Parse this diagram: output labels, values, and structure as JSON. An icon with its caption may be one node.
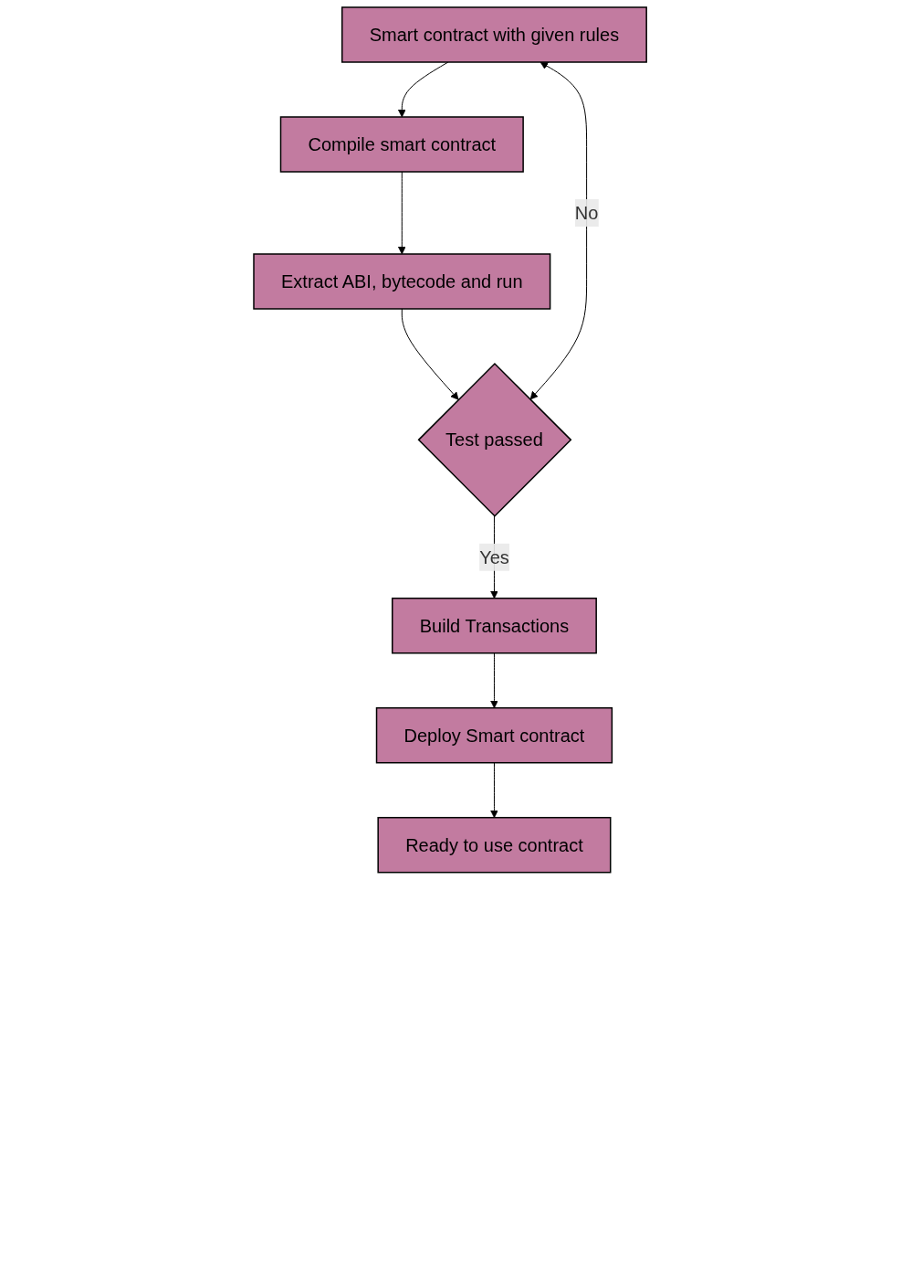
{
  "diagram": {
    "nodes": [
      {
        "text": [
          "Smart contract with given rules"
        ]
      },
      {
        "text": [
          "Compile smart contract"
        ]
      },
      {
        "text": [
          "Extract ABI, bytecode and run"
        ]
      },
      {
        "text": [
          "Test passed"
        ]
      },
      {
        "text": [
          "Build Transactions"
        ]
      },
      {
        "text": [
          "Deploy Smart contract"
        ]
      },
      {
        "text": [
          "Ready to use contract"
        ]
      }
    ],
    "edges": [
      {
        "from": 0,
        "to": 1,
        "arrow": "to"
      },
      {
        "from": 1,
        "to": 2,
        "arrow": "to"
      },
      {
        "from": 2,
        "to": 3,
        "arrow": "to"
      },
      {
        "from": 3,
        "to": 0,
        "arrow": "both",
        "label": "No"
      },
      {
        "from": 3,
        "to": 4,
        "arrow": "to",
        "label": "Yes"
      },
      {
        "from": 4,
        "to": 5,
        "arrow": "to"
      },
      {
        "from": 5,
        "to": 6,
        "arrow": "to"
      }
    ]
  }
}
